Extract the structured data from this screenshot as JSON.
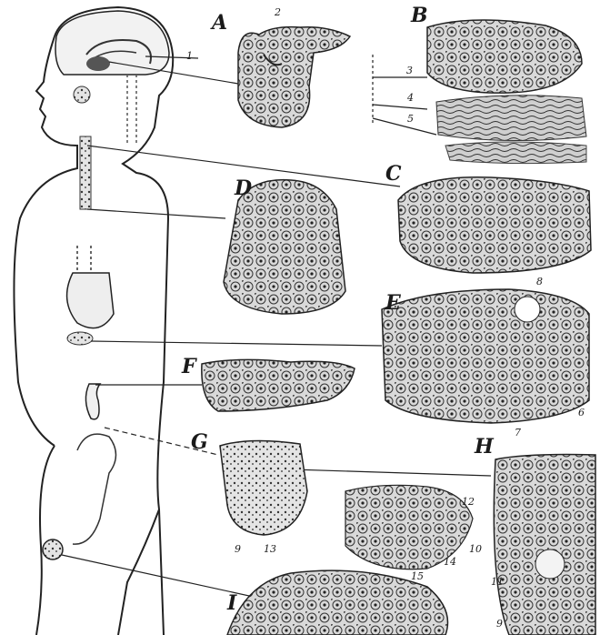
{
  "panel_letters": {
    "a": "A",
    "b": "B",
    "c": "C",
    "d": "D",
    "e": "E",
    "f": "F",
    "g": "G",
    "h": "H",
    "i": "I"
  },
  "numbers": {
    "n1": "1",
    "n2": "2",
    "n3": "3",
    "n4": "4",
    "n5": "5",
    "n6": "6",
    "n7": "7",
    "n8": "8",
    "n9a": "9",
    "n9b": "9",
    "n10": "10",
    "n11": "11",
    "n12": "12",
    "n13": "13",
    "n14": "14",
    "n15": "15"
  },
  "colors": {
    "ink": "#1a1a1a",
    "tissue": "#3a3a3a",
    "paper": "#ffffff"
  }
}
